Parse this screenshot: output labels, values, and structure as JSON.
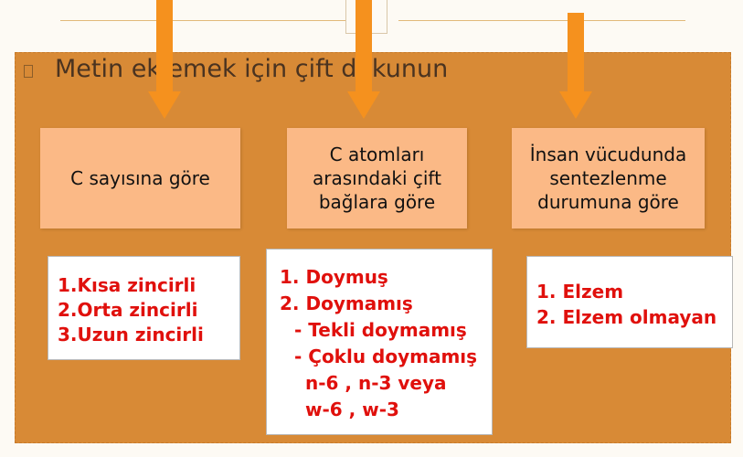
{
  "placeholder": {
    "text": "Metin eklemek için çift dokunun",
    "bullet_icon": "square-bullet-icon"
  },
  "categories": [
    {
      "lines": [
        "C sayısına göre"
      ]
    },
    {
      "lines": [
        "C atomları",
        "arasındaki çift",
        "bağlara göre"
      ]
    },
    {
      "lines": [
        "İnsan vücudunda",
        "sentezlenme",
        "durumuna göre"
      ]
    }
  ],
  "lists": [
    {
      "items": [
        "1.Kısa zincirli",
        "2.Orta zincirli",
        "3.Uzun zincirli"
      ]
    },
    {
      "items": [
        "1.   Doymuş",
        "2.   Doymamış",
        "- Tekli doymamış",
        "- Çoklu doymamış",
        "n-6 , n-3 veya",
        "w-6 , w-3"
      ]
    },
    {
      "items": [
        "1.   Elzem",
        "2.   Elzem olmayan"
      ]
    }
  ],
  "colors": {
    "placeholder_bg": "#d88a36",
    "category_bg": "#fbb986",
    "arrow": "#f5911e",
    "list_text": "#e0100c"
  }
}
